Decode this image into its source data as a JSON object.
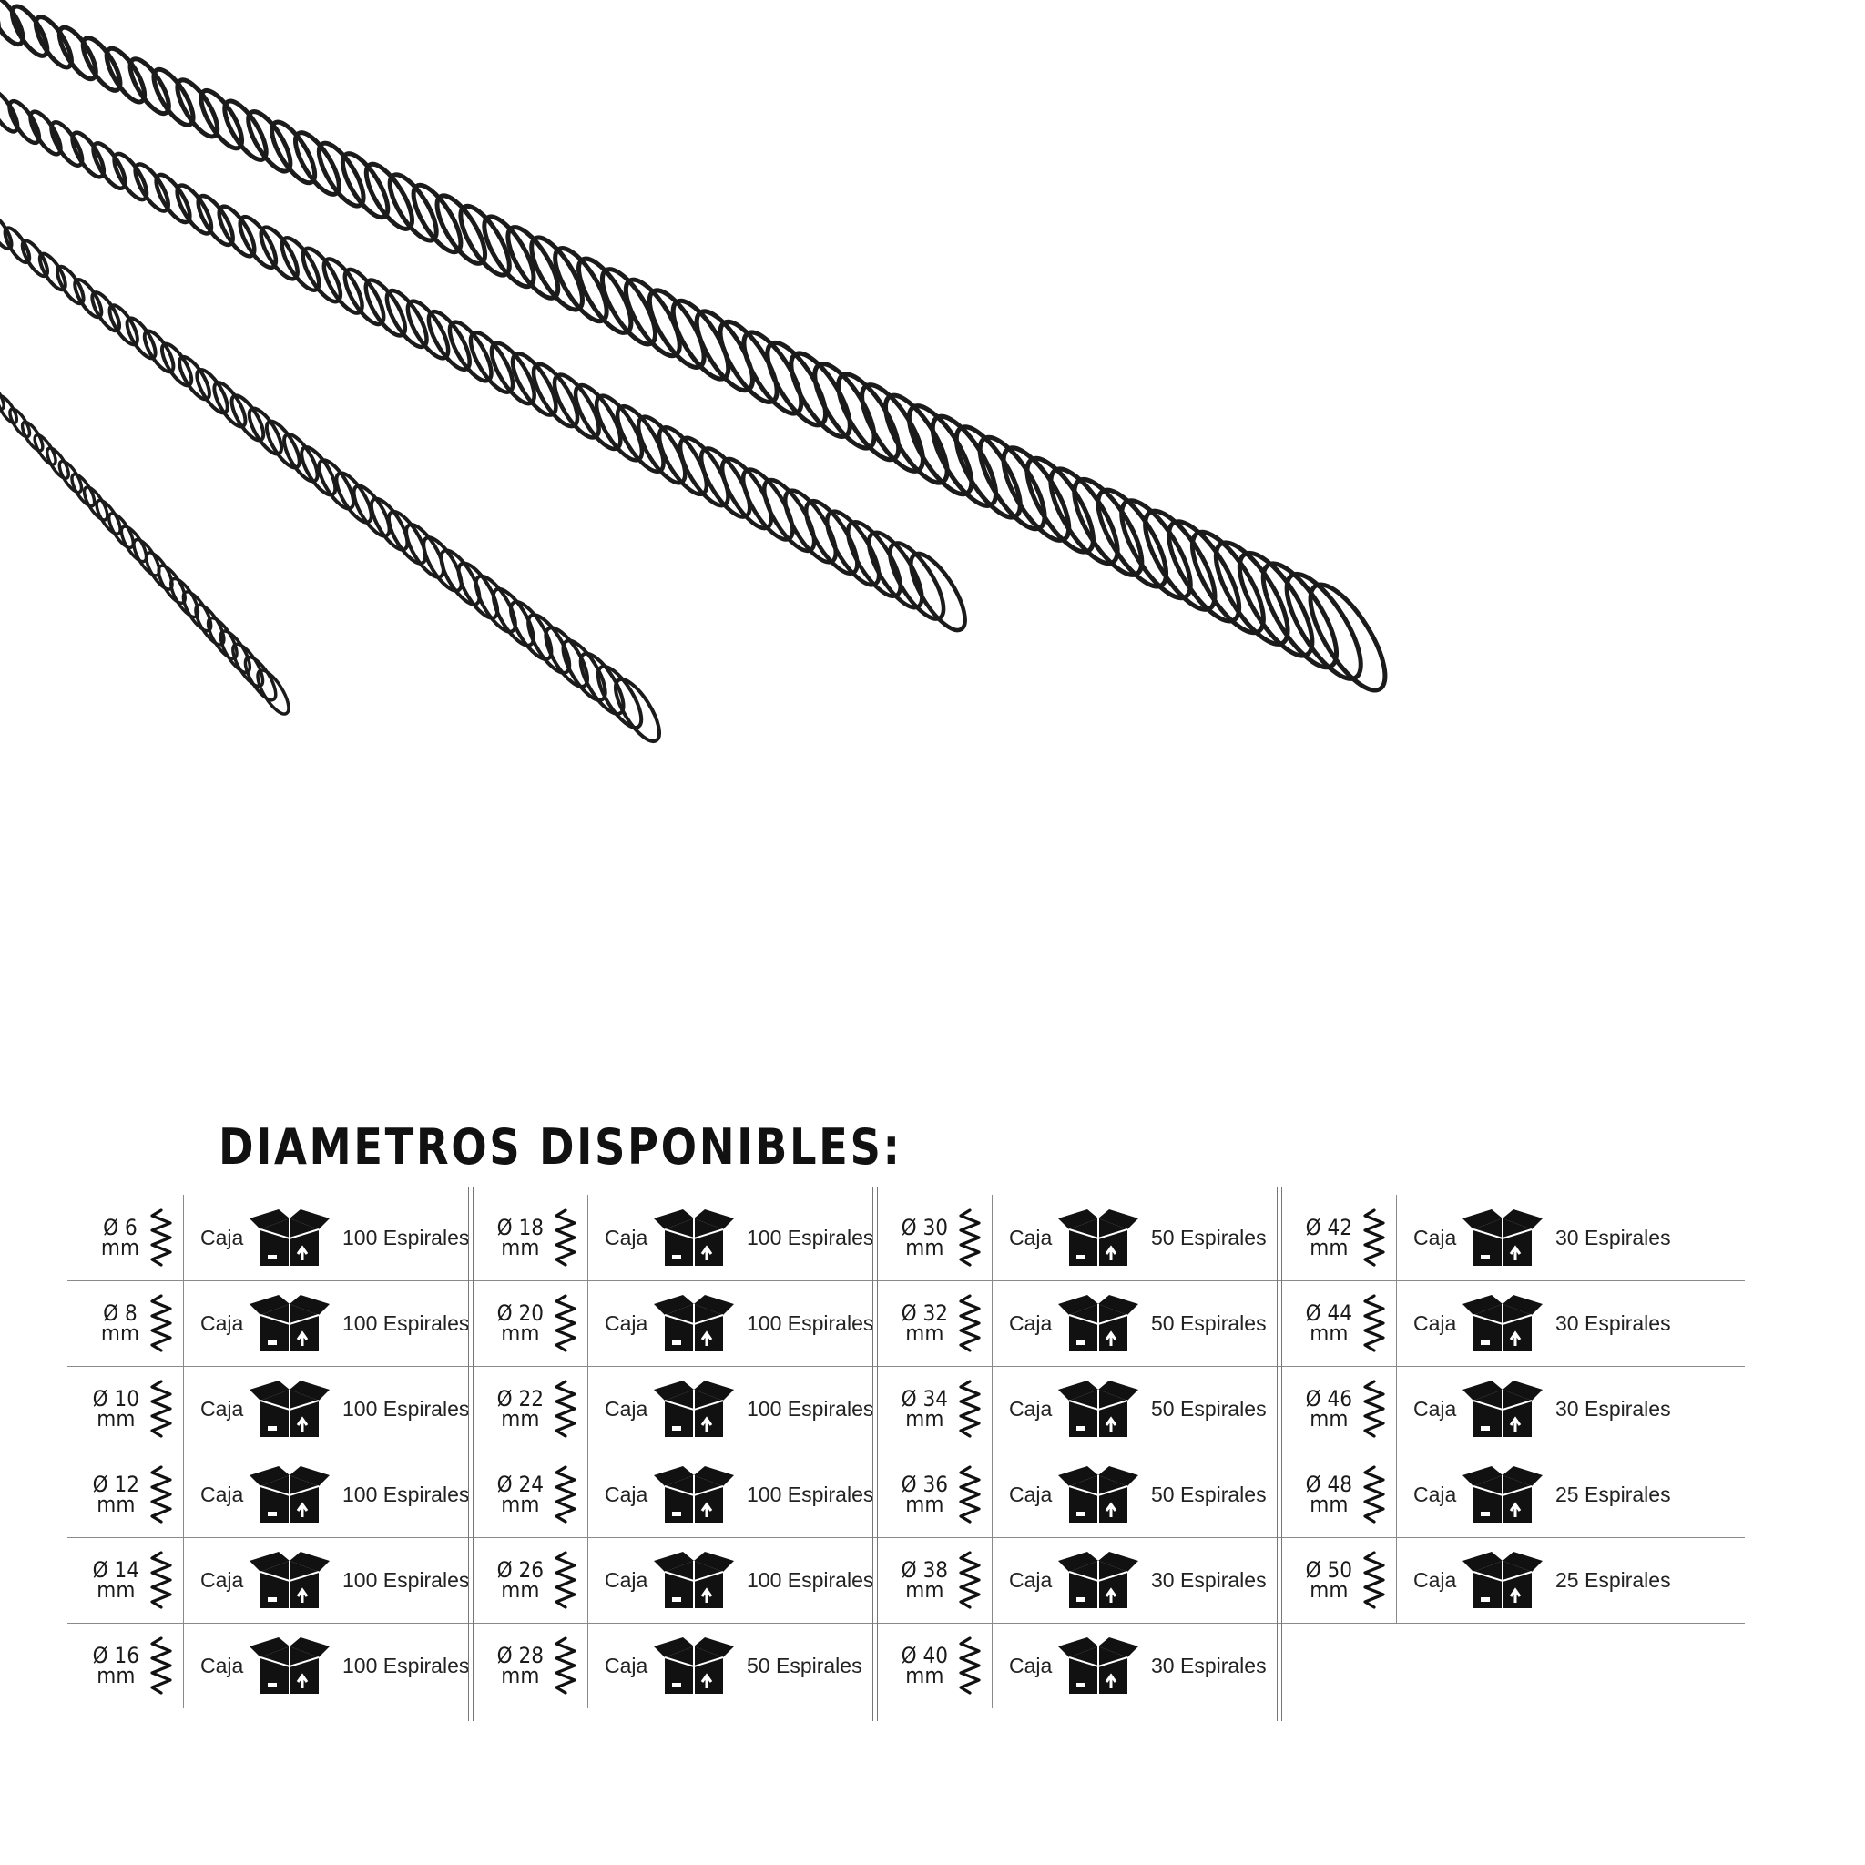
{
  "title": "DIAMETROS DISPONIBLES:",
  "colors": {
    "ink": "#111111",
    "rule": "#8a8a8a",
    "wire": "#1b1b1b"
  },
  "icons": {
    "spring": "spring-icon",
    "box": "box-icon"
  },
  "groups": [
    {
      "rows": [
        {
          "diameter": "Ø 6",
          "unit": "mm",
          "container": "Caja",
          "quantity": "100 Espirales"
        },
        {
          "diameter": "Ø 8",
          "unit": "mm",
          "container": "Caja",
          "quantity": "100 Espirales"
        },
        {
          "diameter": "Ø 10",
          "unit": "mm",
          "container": "Caja",
          "quantity": "100 Espirales"
        },
        {
          "diameter": "Ø 12",
          "unit": "mm",
          "container": "Caja",
          "quantity": "100 Espirales"
        },
        {
          "diameter": "Ø 14",
          "unit": "mm",
          "container": "Caja",
          "quantity": "100 Espirales"
        },
        {
          "diameter": "Ø 16",
          "unit": "mm",
          "container": "Caja",
          "quantity": "100 Espirales"
        }
      ]
    },
    {
      "rows": [
        {
          "diameter": "Ø 18",
          "unit": "mm",
          "container": "Caja",
          "quantity": "100 Espirales"
        },
        {
          "diameter": "Ø 20",
          "unit": "mm",
          "container": "Caja",
          "quantity": "100 Espirales"
        },
        {
          "diameter": "Ø 22",
          "unit": "mm",
          "container": "Caja",
          "quantity": "100 Espirales"
        },
        {
          "diameter": "Ø 24",
          "unit": "mm",
          "container": "Caja",
          "quantity": "100 Espirales"
        },
        {
          "diameter": "Ø 26",
          "unit": "mm",
          "container": "Caja",
          "quantity": "100 Espirales"
        },
        {
          "diameter": "Ø 28",
          "unit": "mm",
          "container": "Caja",
          "quantity": "50 Espirales"
        }
      ]
    },
    {
      "rows": [
        {
          "diameter": "Ø 30",
          "unit": "mm",
          "container": "Caja",
          "quantity": "50 Espirales"
        },
        {
          "diameter": "Ø 32",
          "unit": "mm",
          "container": "Caja",
          "quantity": "50 Espirales"
        },
        {
          "diameter": "Ø 34",
          "unit": "mm",
          "container": "Caja",
          "quantity": "50 Espirales"
        },
        {
          "diameter": "Ø 36",
          "unit": "mm",
          "container": "Caja",
          "quantity": "50 Espirales"
        },
        {
          "diameter": "Ø 38",
          "unit": "mm",
          "container": "Caja",
          "quantity": "30 Espirales"
        },
        {
          "diameter": "Ø 40",
          "unit": "mm",
          "container": "Caja",
          "quantity": "30 Espirales"
        }
      ]
    },
    {
      "rows": [
        {
          "diameter": "Ø 42",
          "unit": "mm",
          "container": "Caja",
          "quantity": "30 Espirales"
        },
        {
          "diameter": "Ø 44",
          "unit": "mm",
          "container": "Caja",
          "quantity": "30 Espirales"
        },
        {
          "diameter": "Ø 46",
          "unit": "mm",
          "container": "Caja",
          "quantity": "30 Espirales"
        },
        {
          "diameter": "Ø 48",
          "unit": "mm",
          "container": "Caja",
          "quantity": "25 Espirales"
        },
        {
          "diameter": "Ø 50",
          "unit": "mm",
          "container": "Caja",
          "quantity": "25 Espirales"
        }
      ]
    }
  ]
}
